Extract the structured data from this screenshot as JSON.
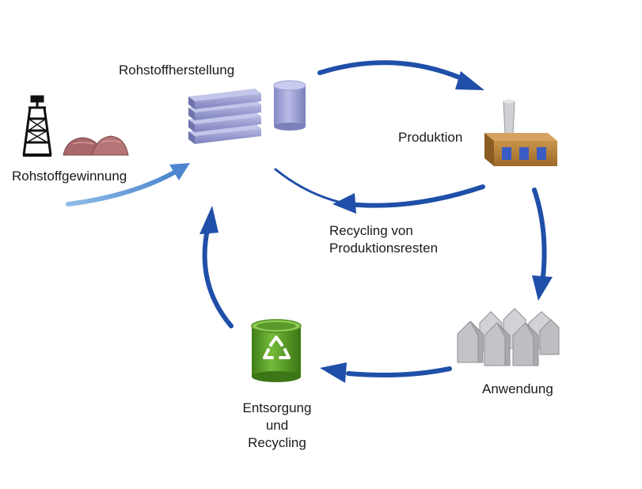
{
  "labels": {
    "rohstoffherstellung": "Rohstoffherstellung",
    "rohstoffgewinnung": "Rohstoffgewinnung",
    "produktion": "Produktion",
    "recycling_produktion_line1": "Recycling von",
    "recycling_produktion_line2": "Produktionsresten",
    "anwendung": "Anwendung",
    "entsorgung_line1": "Entsorgung",
    "entsorgung_line2": "und",
    "entsorgung_line3": "Recycling"
  },
  "icons": {
    "oil_rig": "oil-derrick-icon",
    "ore_piles": "ore-heap-icon",
    "stacked_plates": "stacked-slabs-icon",
    "cylinder": "cylinder-icon",
    "factory": "factory-icon",
    "houses": "houses-icon",
    "recycle_bin": "recycle-bin-icon"
  },
  "colors": {
    "cycle_arrow": "#1f4fa8",
    "input_arrow": "#6fa3dc",
    "slabs": "#8f93c9",
    "cylinder": "#9a9dd0",
    "factory": "#b57f38",
    "factory_windows": "#3a5bc4",
    "houses": "#c8c8cc",
    "bin": "#5ea22d",
    "ore": "#a9686a"
  }
}
